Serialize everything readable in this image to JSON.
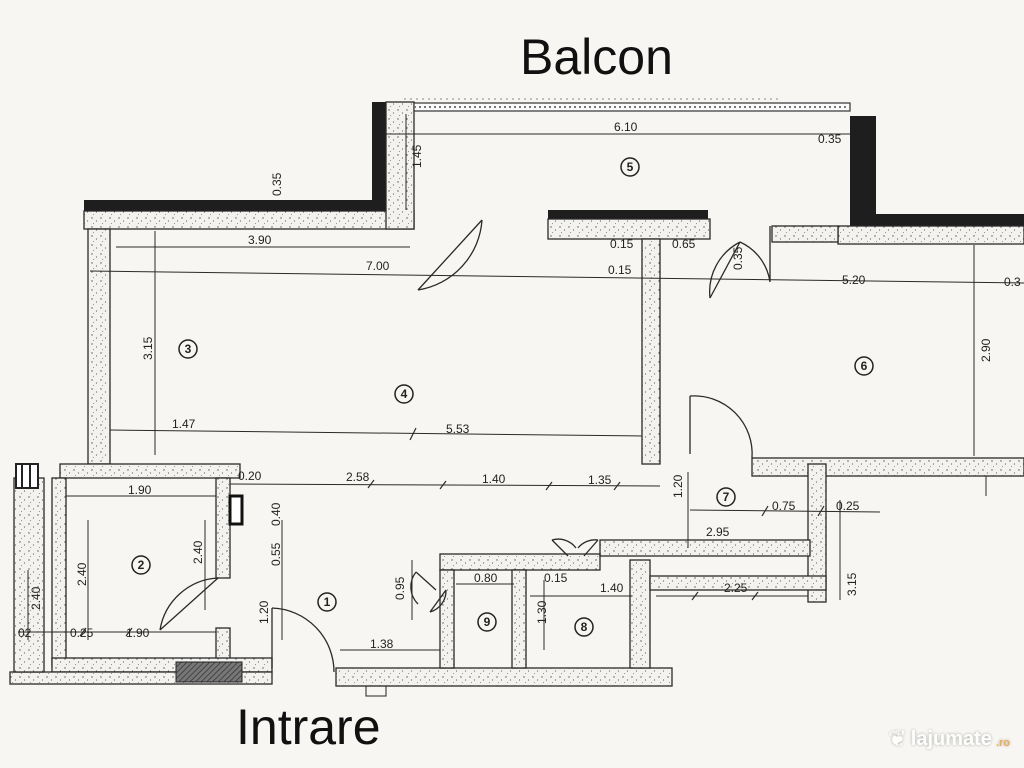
{
  "labels": {
    "balcony": "Balcon",
    "entrance": "Intrare"
  },
  "rooms": [
    "1",
    "2",
    "3",
    "4",
    "5",
    "6",
    "7",
    "8",
    "9"
  ],
  "dimensions": {
    "balcony_width": "6.10",
    "balcony_right_wall": "0.35",
    "balcony_depth": "1.45",
    "top_wall": "0.35",
    "living_left_width": "3.90",
    "living_total_width": "7.00",
    "partition_a": "0.15",
    "partition_b": "0.65",
    "partition_c": "0.15",
    "door_offset": "0.35",
    "bedroom_width": "5.20",
    "bedroom_edge": "0.3",
    "bedroom_height": "2.90",
    "dining_height": "3.15",
    "living_sub_left": "1.47",
    "living_sub_right": "5.53",
    "wall_020": "0.20",
    "seg_258": "2.58",
    "seg_140": "1.40",
    "seg_135": "1.35",
    "hall_120": "1.20",
    "hall_075": "0.75",
    "hall_025": "0.25",
    "hall_295": "2.95",
    "right_315": "3.15",
    "bath_190_top": "1.90",
    "bath_240_left": "2.40",
    "bath_240_right": "2.40",
    "bath_025": "0.25",
    "bath_190_bottom": "1.90",
    "bath_02": "02",
    "left_edge_240": "2.40",
    "entry_040": "0.40",
    "entry_055": "0.55",
    "entry_120": "1.20",
    "entry_138": "1.38",
    "closet_095": "0.95",
    "closet_080": "0.80",
    "wc_015": "0.15",
    "wc_130": "1.30",
    "wc_140": "1.40",
    "corridor_225": "2.25"
  },
  "watermark": {
    "logo": "❦",
    "name": "lajumate",
    "tld": ".ro"
  },
  "colors": {
    "wall": "#1e1e1e",
    "wall_fill": "#f3f2ee",
    "line": "#2a2a2a",
    "paper": "#f7f6f2"
  }
}
